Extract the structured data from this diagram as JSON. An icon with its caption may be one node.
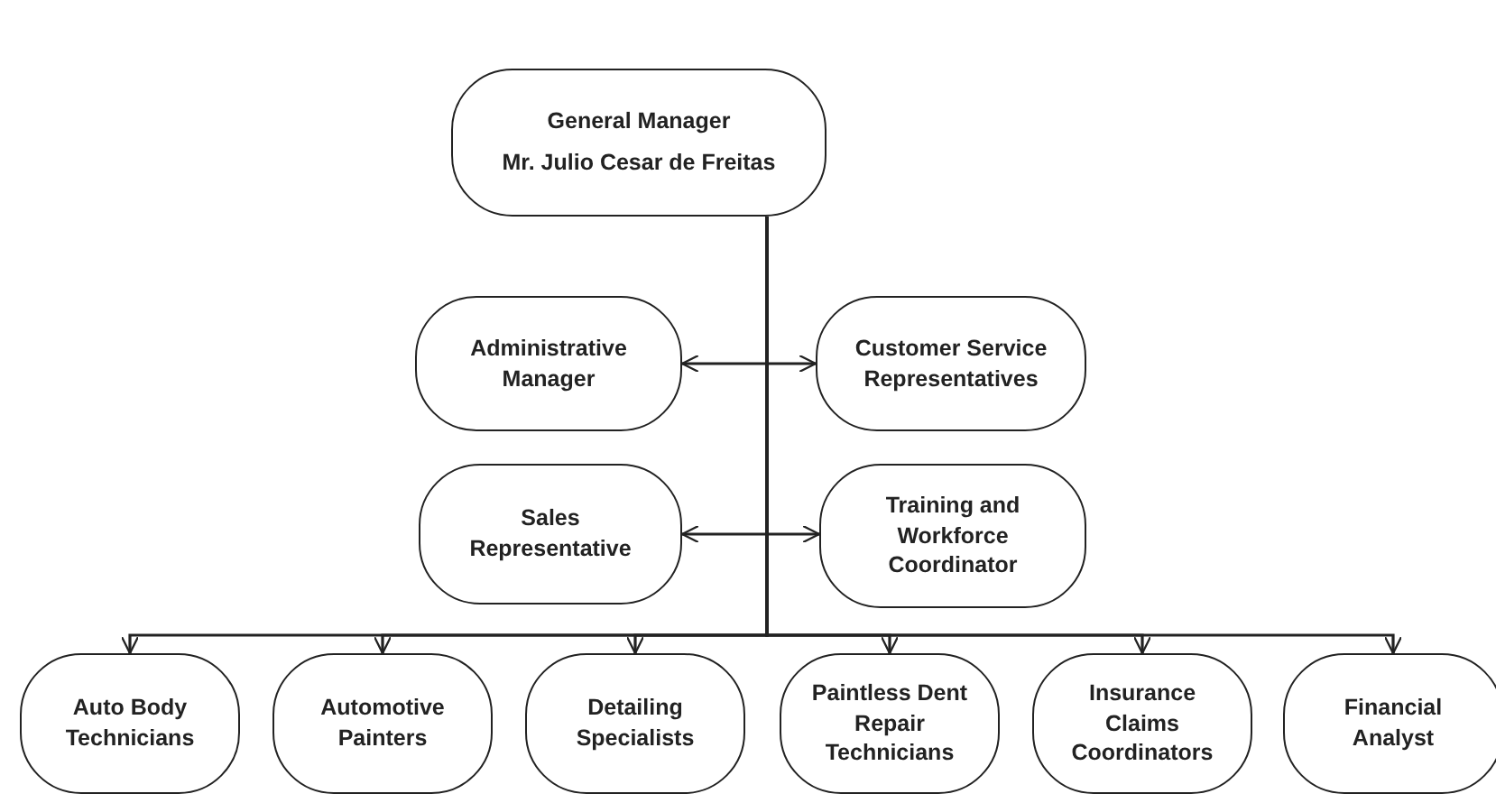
{
  "diagram": {
    "nodes": [
      {
        "text": [
          "General Manager",
          "Mr. Julio Cesar de Freitas"
        ]
      },
      {
        "text": [
          "Administrative Manager"
        ]
      },
      {
        "text": [
          "Customer Service Representatives"
        ]
      },
      {
        "text": [
          "Sales Representative"
        ]
      },
      {
        "text": [
          "Training and Workforce Coordinator"
        ]
      },
      {
        "text": [
          "Auto Body Technicians"
        ]
      },
      {
        "text": [
          "Automotive Painters"
        ]
      },
      {
        "text": [
          "Detailing Specialists"
        ]
      },
      {
        "text": [
          "Paintless Dent Repair Technicians"
        ]
      },
      {
        "text": [
          "Insurance Claims Coordinators"
        ]
      },
      {
        "text": [
          "Financial Analyst"
        ]
      }
    ],
    "edges": [
      {
        "from": 1,
        "to": 2,
        "arrow": "both"
      },
      {
        "from": 3,
        "to": 4,
        "arrow": "both"
      },
      {
        "from": 0,
        "to": 5,
        "arrow": "to"
      },
      {
        "from": 0,
        "to": 6,
        "arrow": "to"
      },
      {
        "from": 0,
        "to": 7,
        "arrow": "to"
      },
      {
        "from": 0,
        "to": 8,
        "arrow": "to"
      },
      {
        "from": 0,
        "to": 9,
        "arrow": "to"
      },
      {
        "from": 0,
        "to": 10,
        "arrow": "to"
      }
    ]
  }
}
